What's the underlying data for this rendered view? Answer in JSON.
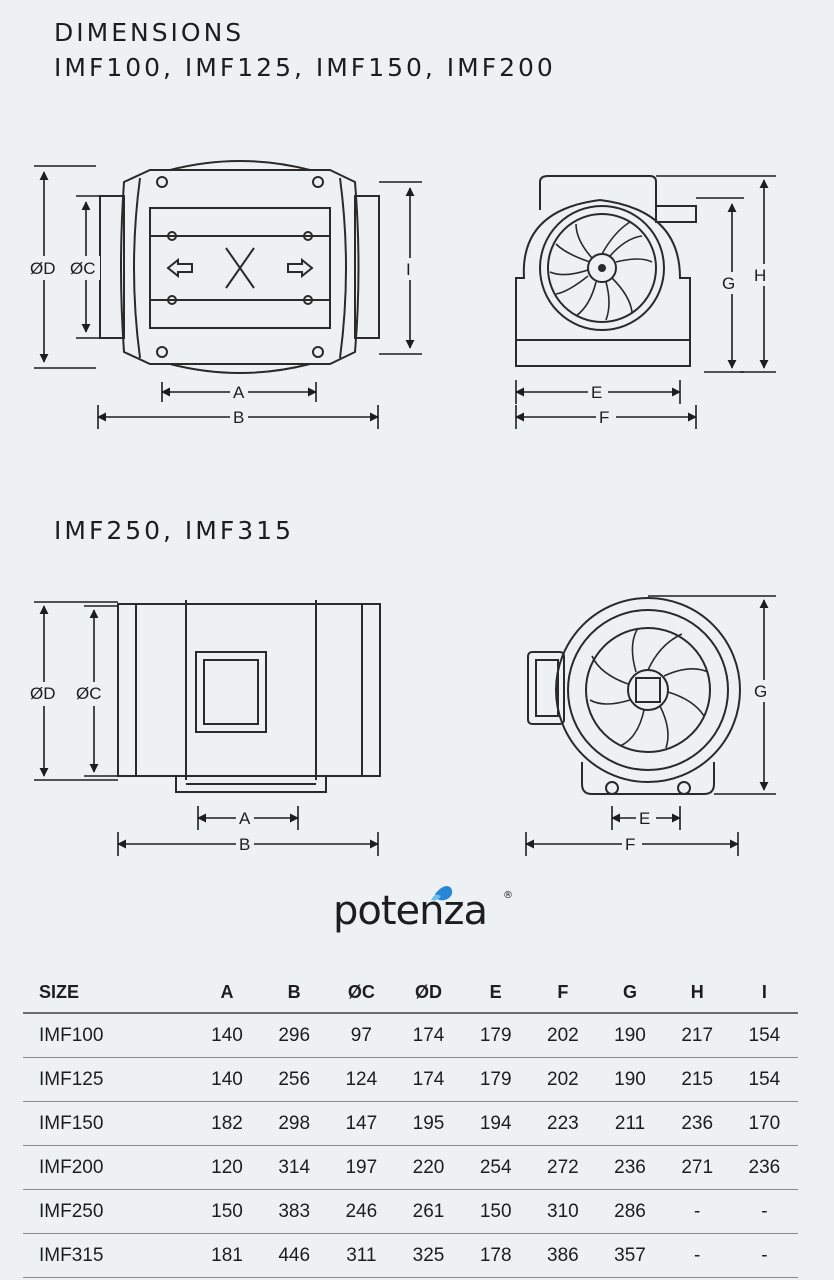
{
  "headings": {
    "title": "DIMENSIONS",
    "group1": "IMF100, IMF125, IMF150, IMF200",
    "group2": "IMF250, IMF315"
  },
  "diagram_labels": {
    "group1_side": {
      "d": "ØD",
      "c": "ØC",
      "i": "I",
      "a": "A",
      "b": "B"
    },
    "group1_front": {
      "g": "G",
      "h": "H",
      "e": "E",
      "f": "F"
    },
    "group2_side": {
      "d": "ØD",
      "c": "ØC",
      "a": "A",
      "b": "B"
    },
    "group2_front": {
      "g": "G",
      "e": "E",
      "f": "F"
    }
  },
  "logo": {
    "text": "potenza",
    "mark": "®"
  },
  "table": {
    "headers": [
      "SIZE",
      "A",
      "B",
      "ØC",
      "ØD",
      "E",
      "F",
      "G",
      "H",
      "I"
    ],
    "rows": [
      [
        "IMF100",
        "140",
        "296",
        "97",
        "174",
        "179",
        "202",
        "190",
        "217",
        "154"
      ],
      [
        "IMF125",
        "140",
        "256",
        "124",
        "174",
        "179",
        "202",
        "190",
        "215",
        "154"
      ],
      [
        "IMF150",
        "182",
        "298",
        "147",
        "195",
        "194",
        "223",
        "211",
        "236",
        "170"
      ],
      [
        "IMF200",
        "120",
        "314",
        "197",
        "220",
        "254",
        "272",
        "236",
        "271",
        "236"
      ],
      [
        "IMF250",
        "150",
        "383",
        "246",
        "261",
        "150",
        "310",
        "286",
        "-",
        "-"
      ],
      [
        "IMF315",
        "181",
        "446",
        "311",
        "325",
        "178",
        "386",
        "357",
        "-",
        "-"
      ]
    ]
  }
}
